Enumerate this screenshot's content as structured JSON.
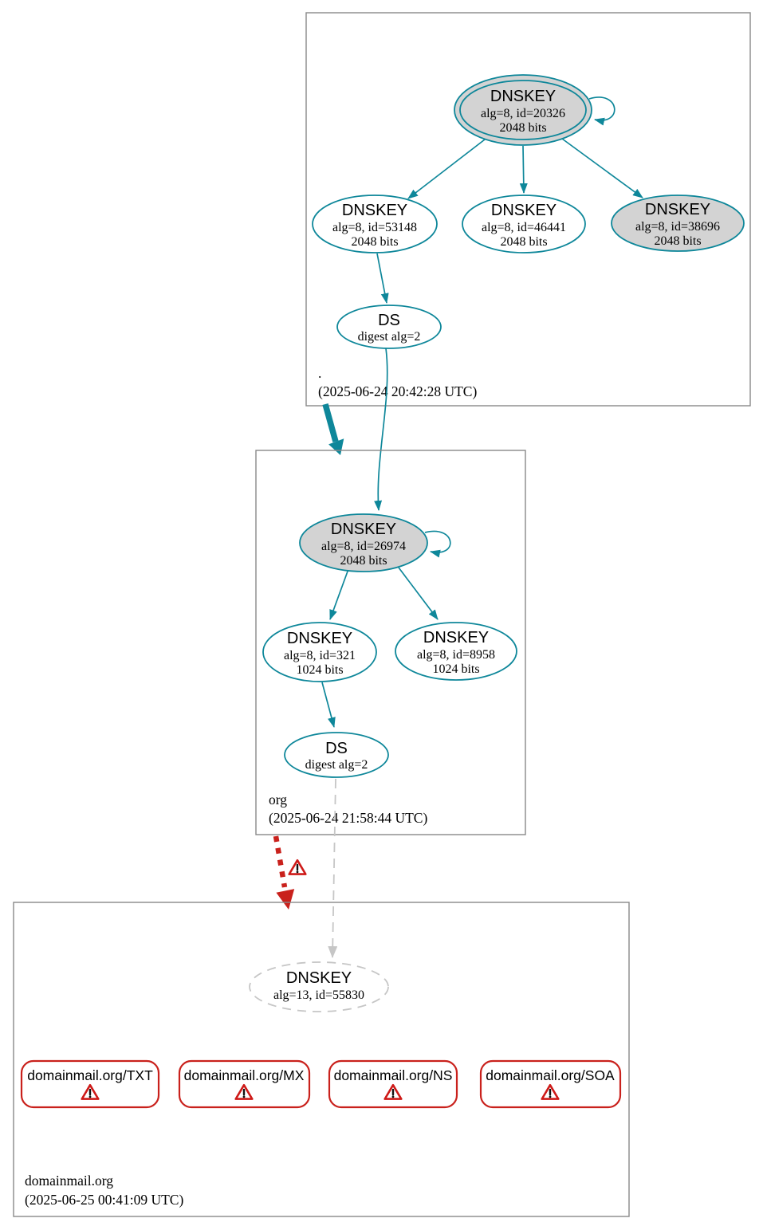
{
  "colors": {
    "secure_teal": "#0e879a",
    "bogus_red": "#c9211c",
    "insecure_gray": "#c3c3c3",
    "key_fill_gray": "#d3d3d3",
    "zone_border_gray": "#888888"
  },
  "zones": [
    {
      "label": ".",
      "timestamp": "(2025-06-24 20:42:28 UTC)",
      "nodes": [
        {
          "title": "DNSKEY",
          "detail": "alg=8, id=20326",
          "bits": "2048 bits"
        },
        {
          "title": "DNSKEY",
          "detail": "alg=8, id=53148",
          "bits": "2048 bits"
        },
        {
          "title": "DNSKEY",
          "detail": "alg=8, id=46441",
          "bits": "2048 bits"
        },
        {
          "title": "DNSKEY",
          "detail": "alg=8, id=38696",
          "bits": "2048 bits"
        },
        {
          "title": "DS",
          "detail": "digest alg=2"
        }
      ]
    },
    {
      "label": "org",
      "timestamp": "(2025-06-24 21:58:44 UTC)",
      "nodes": [
        {
          "title": "DNSKEY",
          "detail": "alg=8, id=26974",
          "bits": "2048 bits"
        },
        {
          "title": "DNSKEY",
          "detail": "alg=8, id=321",
          "bits": "1024 bits"
        },
        {
          "title": "DNSKEY",
          "detail": "alg=8, id=8958",
          "bits": "1024 bits"
        },
        {
          "title": "DS",
          "detail": "digest alg=2"
        }
      ]
    },
    {
      "label": "domainmail.org",
      "timestamp": "(2025-06-25 00:41:09 UTC)",
      "nodes": [
        {
          "title": "DNSKEY",
          "detail": "alg=13, id=55830"
        }
      ],
      "rrsets": [
        {
          "label": "domainmail.org/TXT"
        },
        {
          "label": "domainmail.org/MX"
        },
        {
          "label": "domainmail.org/NS"
        },
        {
          "label": "domainmail.org/SOA"
        }
      ]
    }
  ]
}
